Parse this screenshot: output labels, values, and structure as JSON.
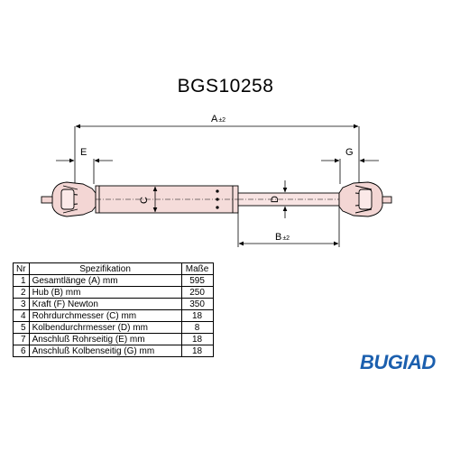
{
  "product": {
    "code": "BGS10258"
  },
  "dimension_labels": {
    "a": "A",
    "a_sub": "±2",
    "b": "B",
    "b_sub": "±2",
    "c": "C",
    "d": "D",
    "e": "E",
    "g": "G"
  },
  "spec_table": {
    "headers": {
      "nr": "Nr",
      "spec": "Spezifikation",
      "value": "Maße"
    },
    "rows": [
      {
        "nr": "1",
        "spec": "Gesamtlänge (A) mm",
        "value": "595"
      },
      {
        "nr": "2",
        "spec": "Hub (B)  mm",
        "value": "250"
      },
      {
        "nr": "3",
        "spec": "Kraft (F) Newton",
        "value": "350"
      },
      {
        "nr": "4",
        "spec": "Rohrdurchmesser (C) mm",
        "value": "18"
      },
      {
        "nr": "5",
        "spec": "Kolbendurchrmesser (D) mm",
        "value": "8"
      },
      {
        "nr": "7",
        "spec": "Anschluß Rohrseitig (E) mm",
        "value": "18"
      },
      {
        "nr": "6",
        "spec": "Anschluß Kolbenseitig (G) mm",
        "value": "18"
      }
    ]
  },
  "brand": {
    "name": "BUGIAD",
    "color": "#1b5fae"
  }
}
